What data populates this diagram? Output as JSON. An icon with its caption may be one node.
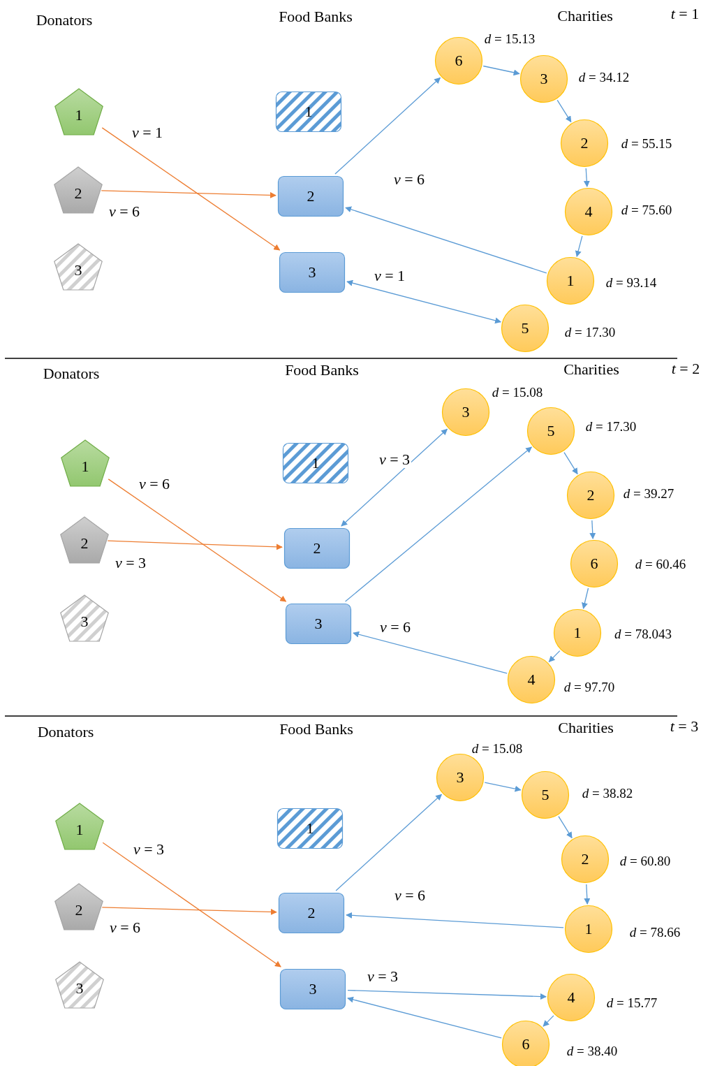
{
  "diagram": {
    "nodes": [
      {
        "text": [
          "1"
        ]
      },
      {
        "text": [
          "2"
        ]
      },
      {
        "text": [
          "3"
        ]
      },
      {
        "text": [
          "1"
        ]
      },
      {
        "text": [
          "2"
        ]
      },
      {
        "text": [
          "3"
        ]
      },
      {
        "text": [
          "6"
        ],
        "beside": [
          "*d* = 15.13"
        ]
      },
      {
        "text": [
          "3"
        ],
        "beside": [
          "*d* = 34.12"
        ]
      },
      {
        "text": [
          "2"
        ],
        "beside": [
          "*d* = 55.15"
        ]
      },
      {
        "text": [
          "4"
        ],
        "beside": [
          "*d* = 75.60"
        ]
      },
      {
        "text": [
          "1"
        ],
        "beside": [
          "*d* = 93.14"
        ]
      },
      {
        "text": [
          "5"
        ],
        "beside": [
          "*d* = 17.30"
        ]
      },
      {
        "text": [
          "1"
        ]
      },
      {
        "text": [
          "2"
        ]
      },
      {
        "text": [
          "3"
        ]
      },
      {
        "text": [
          "1"
        ]
      },
      {
        "text": [
          "2"
        ]
      },
      {
        "text": [
          "3"
        ]
      },
      {
        "text": [
          "3"
        ],
        "beside": [
          "*d* = 15.08"
        ]
      },
      {
        "text": [
          "5"
        ],
        "beside": [
          "*d* = 17.30"
        ]
      },
      {
        "text": [
          "2"
        ],
        "beside": [
          "*d* = 39.27"
        ]
      },
      {
        "text": [
          "6"
        ],
        "beside": [
          "*d* = 60.46"
        ]
      },
      {
        "text": [
          "1"
        ],
        "beside": [
          "*d* = 78.043"
        ]
      },
      {
        "text": [
          "4"
        ],
        "beside": [
          "*d* = 97.70"
        ]
      },
      {
        "text": [
          "1"
        ]
      },
      {
        "text": [
          "2"
        ]
      },
      {
        "text": [
          "3"
        ]
      },
      {
        "text": [
          "1"
        ]
      },
      {
        "text": [
          "2"
        ]
      },
      {
        "text": [
          "3"
        ]
      },
      {
        "text": [
          "3"
        ],
        "beside": [
          "*d* = 15.08"
        ]
      },
      {
        "text": [
          "5"
        ],
        "beside": [
          "*d* = 38.82"
        ]
      },
      {
        "text": [
          "2"
        ],
        "beside": [
          "*d* = 60.80"
        ]
      },
      {
        "text": [
          "1"
        ],
        "beside": [
          "*d* = 78.66"
        ]
      },
      {
        "text": [
          "4"
        ],
        "beside": [
          "*d* = 15.77"
        ]
      },
      {
        "text": [
          "6"
        ],
        "beside": [
          "*d* = 38.40"
        ]
      }
    ],
    "edges": [
      {
        "from": 0,
        "to": 5,
        "arrow": "to",
        "label": "*v* = 1",
        "color": "#ed7d31"
      },
      {
        "from": 1,
        "to": 4,
        "arrow": "to",
        "label": "*v* = 6",
        "color": "#ed7d31"
      },
      {
        "from": 4,
        "to": 6,
        "arrow": "to",
        "label": "*v* = 6"
      },
      {
        "from": 6,
        "to": 7,
        "arrow": "to"
      },
      {
        "from": 7,
        "to": 8,
        "arrow": "to"
      },
      {
        "from": 8,
        "to": 9,
        "arrow": "to"
      },
      {
        "from": 9,
        "to": 10,
        "arrow": "to"
      },
      {
        "from": 10,
        "to": 4,
        "arrow": "to"
      },
      {
        "from": 5,
        "to": 11,
        "arrow": "both",
        "label": "*v* = 1"
      },
      {
        "from": 12,
        "to": 17,
        "arrow": "to",
        "label": "*v* = 6",
        "color": "#ed7d31"
      },
      {
        "from": 13,
        "to": 16,
        "arrow": "to",
        "label": "*v* = 3",
        "color": "#ed7d31"
      },
      {
        "from": 18,
        "to": 16,
        "arrow": "both",
        "label": "*v* = 3"
      },
      {
        "from": 17,
        "to": 19,
        "arrow": "to"
      },
      {
        "from": 19,
        "to": 20,
        "arrow": "to"
      },
      {
        "from": 20,
        "to": 21,
        "arrow": "to"
      },
      {
        "from": 21,
        "to": 22,
        "arrow": "to"
      },
      {
        "from": 22,
        "to": 23,
        "arrow": "to"
      },
      {
        "from": 23,
        "to": 17,
        "arrow": "to",
        "label": "*v* = 6"
      },
      {
        "from": 24,
        "to": 29,
        "arrow": "to",
        "label": "*v* = 3",
        "color": "#ed7d31"
      },
      {
        "from": 25,
        "to": 28,
        "arrow": "to",
        "label": "*v* = 6",
        "color": "#ed7d31"
      },
      {
        "from": 28,
        "to": 30,
        "arrow": "to",
        "label": "*v* = 6"
      },
      {
        "from": 30,
        "to": 31,
        "arrow": "to"
      },
      {
        "from": 31,
        "to": 32,
        "arrow": "to"
      },
      {
        "from": 32,
        "to": 33,
        "arrow": "to"
      },
      {
        "from": 33,
        "to": 28,
        "arrow": "to"
      },
      {
        "from": 29,
        "to": 34,
        "arrow": "to",
        "label": "*v* = 3"
      },
      {
        "from": 34,
        "to": 35,
        "arrow": "to"
      },
      {
        "from": 35,
        "to": 29,
        "arrow": "to"
      }
    ],
    "labels": [
      "Donators",
      "Food Banks",
      "Charities",
      "*t* = 1",
      "Donators",
      "Food Banks",
      "Charities",
      "*t* = 2",
      "Donators",
      "Food Banks",
      "Charities",
      "*t* = 3"
    ]
  }
}
